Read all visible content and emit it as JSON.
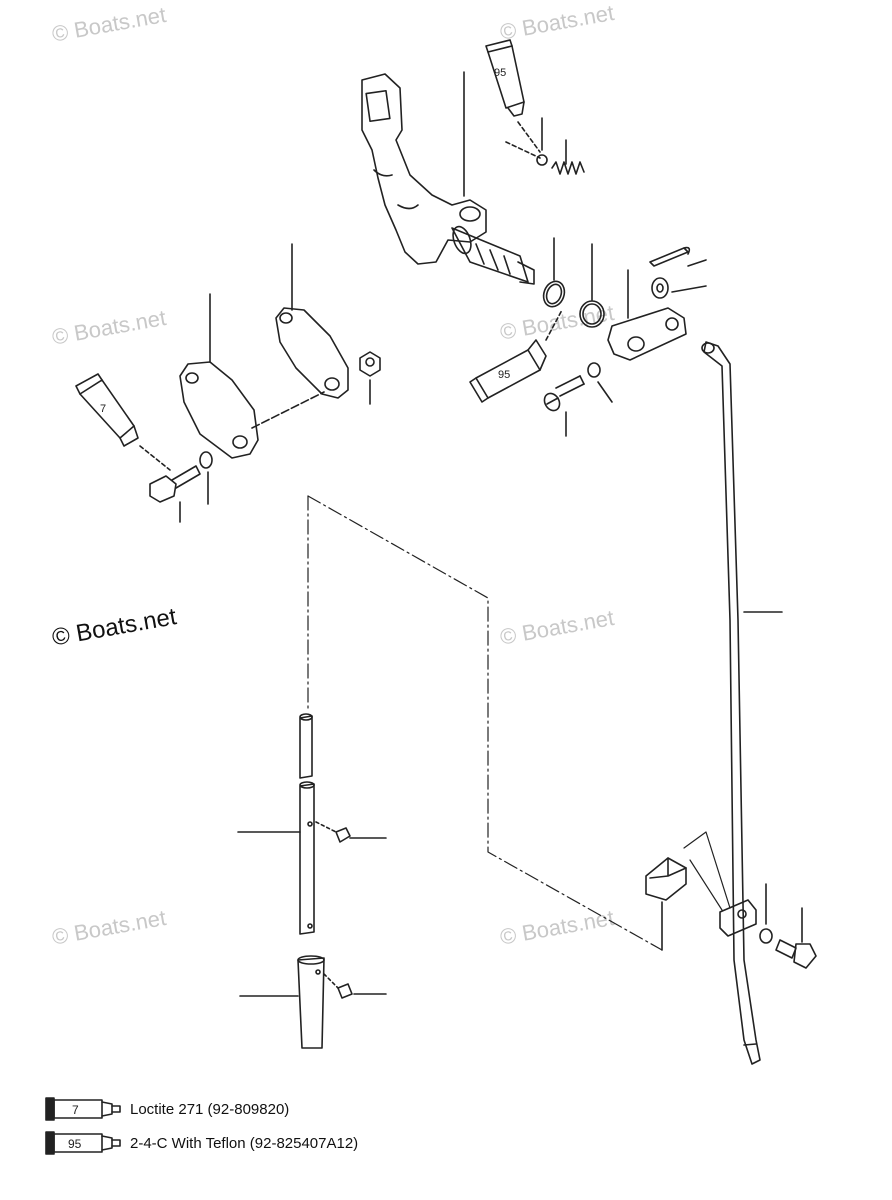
{
  "watermark": {
    "light": "© Boats.net",
    "strong": "© Boats.net"
  },
  "tube_labels": {
    "loctite": "7",
    "teflon": "95"
  },
  "legend": [
    {
      "number": "7",
      "text": "Loctite 271 (92-809820)"
    },
    {
      "number": "95",
      "text": "2-4-C  With Teflon (92-825407A12)"
    }
  ],
  "colors": {
    "line": "#222222",
    "watermark": "#c8c8c8"
  }
}
